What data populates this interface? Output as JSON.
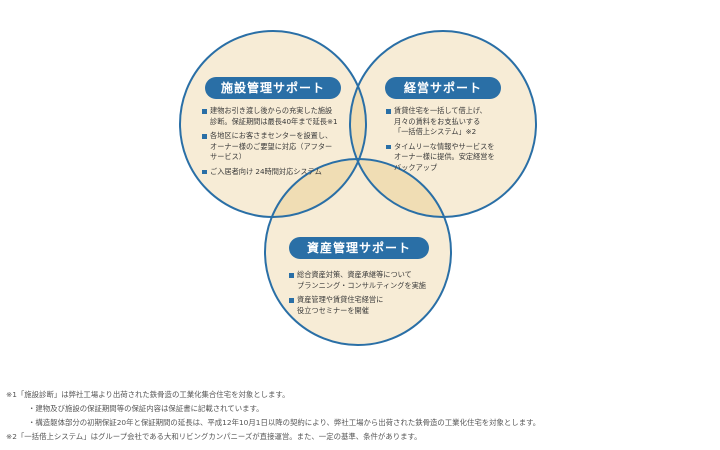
{
  "colors": {
    "circle_fill": "#f7ecd6",
    "circle_stroke": "#2a6fa6",
    "overlap_fill": "#f0ddb4",
    "pill_bg": "#2a6fa6",
    "bullet": "#2a6fa6"
  },
  "facility": {
    "title": "施設管理サポート",
    "items": [
      "建物お引き渡し後からの充実した施設\n診断。保証期間は最長40年まで延長※1",
      "各地区にお客さまセンターを設置し、\nオーナー様のご要望に対応（アフター\nサービス）",
      "ご入居者向け 24時間対応システム"
    ]
  },
  "management": {
    "title": "経営サポート",
    "items": [
      "賃貸住宅を一括して借上げ、\n月々の賃料をお支払いする\n「一括借上システム」※2",
      "タイムリーな情報やサービスを\nオーナー様に提供。安定経営を\nバックアップ"
    ]
  },
  "asset": {
    "title": "資産管理サポート",
    "items": [
      "総合資産対策、資産承継等について\nプランニング・コンサルティングを実施",
      "資産管理や賃貸住宅経営に\n役立つセミナーを開催"
    ]
  },
  "notes": {
    "n1": "※1「施設診断」は弊社工場より出荷された鉄骨造の工業化集合住宅を対象とします。",
    "n1a": "・建物及び施設の保証期間等の保証内容は保証書に記載されています。",
    "n1b": "・構造躯体部分の初期保証20年と保証期間の延長は、平成12年10月1日以降の契約により、弊社工場から出荷された鉄骨造の工業化住宅を対象とします。",
    "n2": "※2「一括借上システム」はグループ会社である大和リビングカンパニーズが直接運営。また、一定の基準、条件があります。"
  }
}
